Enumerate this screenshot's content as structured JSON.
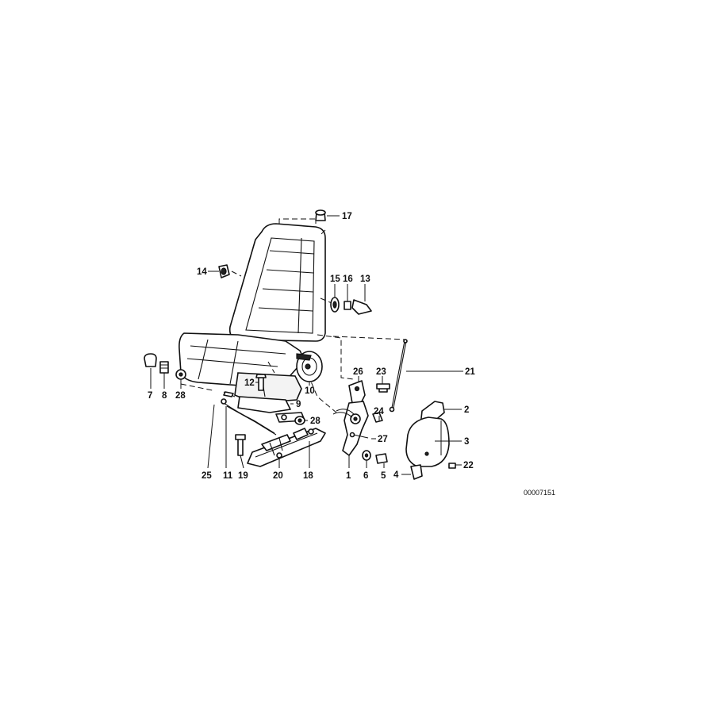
{
  "diagram": {
    "catalog_number": "00007151",
    "callouts": {
      "c1": "1",
      "c2": "2",
      "c3": "3",
      "c4": "4",
      "c5": "5",
      "c6": "6",
      "c7": "7",
      "c8": "8",
      "c9": "9",
      "c10": "10",
      "c11": "11",
      "c12": "12",
      "c13": "13",
      "c14": "14",
      "c15": "15",
      "c16": "16",
      "c17": "17",
      "c18": "18",
      "c19": "19",
      "c20": "20",
      "c21": "21",
      "c22": "22",
      "c23": "23",
      "c24": "24",
      "c25": "25",
      "c26": "26",
      "c27": "27",
      "c28a": "28",
      "c28b": "28"
    }
  }
}
